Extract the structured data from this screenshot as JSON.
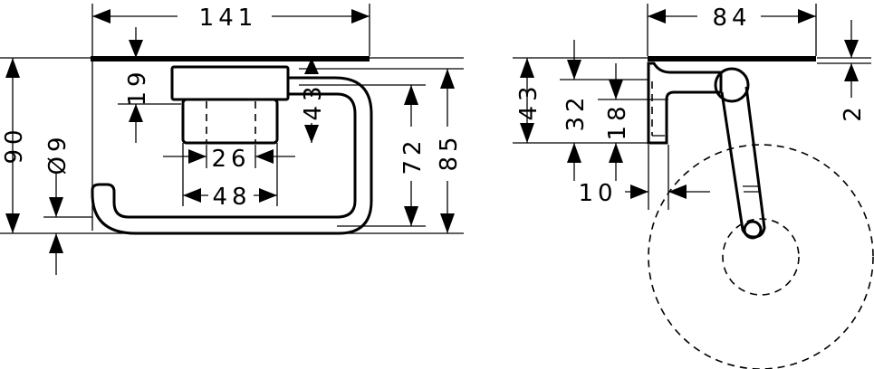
{
  "front_view": {
    "dims": {
      "width_total": "141",
      "height_total": "90",
      "hole_diameter": "Ø9",
      "plate_height": "19",
      "housing_offset": "43",
      "inner_height": "72",
      "outer_height": "85",
      "neck_width": "26",
      "housing_width": "48"
    }
  },
  "side_view": {
    "dims": {
      "depth_total": "84",
      "height": "43",
      "mid_height": "32",
      "inner_height": "18",
      "plate_thickness": "2",
      "offset": "10"
    }
  }
}
